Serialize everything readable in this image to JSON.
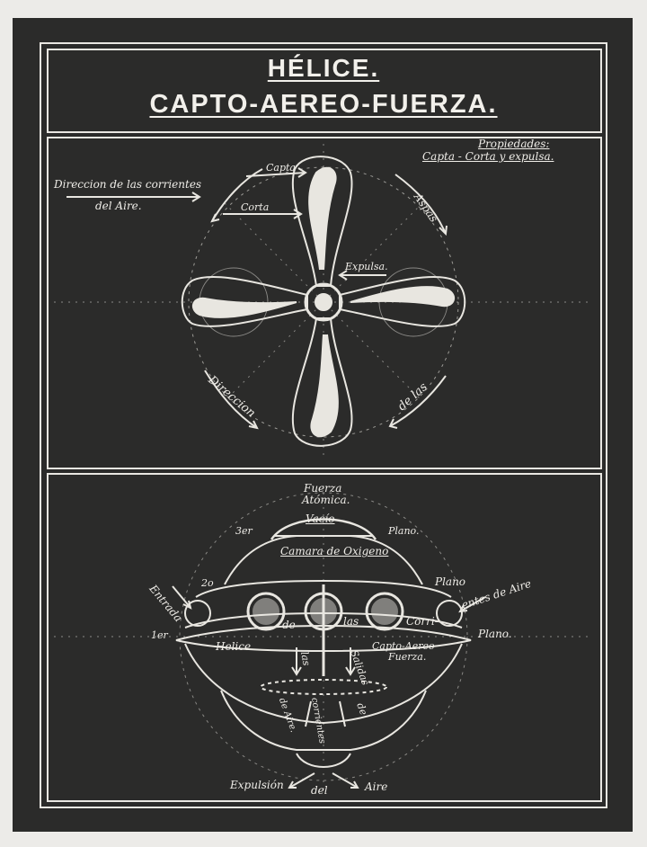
{
  "colors": {
    "board": "#2b2b2a",
    "chalk": "#efede8",
    "paper": "#ecebe8"
  },
  "title": {
    "line1": "HÉLICE.",
    "line2": "CAPTO-AEREO-FUERZA."
  },
  "top_panel": {
    "properties_title": "Propiedades:",
    "properties_text": "Capta - Corta y expulsa.",
    "air_direction_line1": "Direccion de las corrientes",
    "air_direction_line2": "del Aire.",
    "capta": "Capta",
    "corta": "Corta",
    "expulsa": "Expulsa.",
    "aspas": "Aspas",
    "direccion": "Direccion",
    "de_las": "de las"
  },
  "bottom_panel": {
    "fuerza_line1": "Fuerza",
    "fuerza_line2": "Atómica.",
    "vacio": "Vacío",
    "plano3_num": "3er",
    "plano3": "Plano.",
    "camara": "Camara de Oxigeno",
    "plano2_num": "2o",
    "plano2": "Plano",
    "corrientes_de_aire": "entes de Aire",
    "entrada": "Entrada",
    "de": "de",
    "las": "las",
    "corri": "Corri-",
    "plano1_num": "1er",
    "plano1": "Plano.",
    "helice": "Helice",
    "capto_aereo_line1": "Capto-Aereo",
    "capto_aereo_line2": "Fuerza.",
    "las_vertical": "las",
    "salidas": "Salidas",
    "de_vertical": "de",
    "corrientes": "corrientes",
    "de_aire_vertical": "de Aire.",
    "expulsion": "Expulsión",
    "del": "del",
    "aire": "Aire"
  }
}
